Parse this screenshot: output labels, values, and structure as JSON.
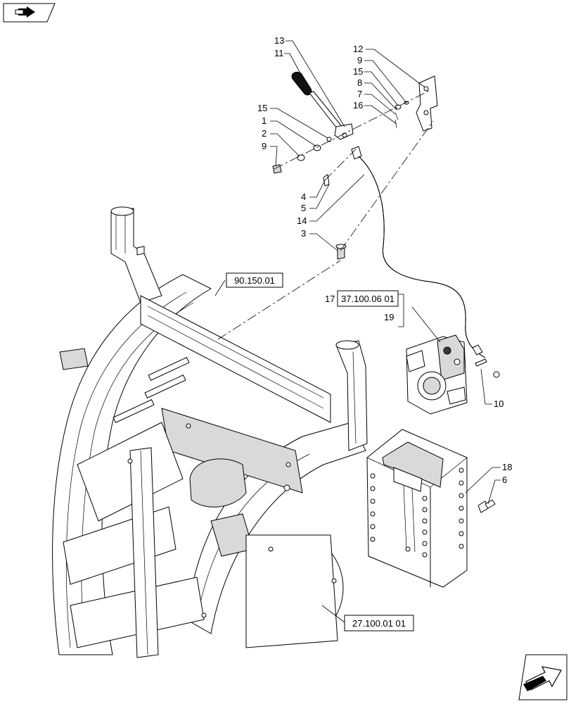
{
  "nav": {
    "top_icon": "previous-page-arrow-icon",
    "bottom_icon": "next-page-arrow-icon"
  },
  "references": {
    "frame": "90.150.01",
    "hitch": "37.100.06 01",
    "axle": "27.100.01 01"
  },
  "callouts": {
    "c13": "13",
    "c11": "11",
    "c12": "12",
    "c9a": "9",
    "c15a": "15",
    "c8": "8",
    "c7": "7",
    "c16": "16",
    "c15b": "15",
    "c1": "1",
    "c2": "2",
    "c9b": "9",
    "c4": "4",
    "c5": "5",
    "c14": "14",
    "c3": "3",
    "c17": "17",
    "c19": "19",
    "c10": "10",
    "c18": "18",
    "c6": "6"
  }
}
